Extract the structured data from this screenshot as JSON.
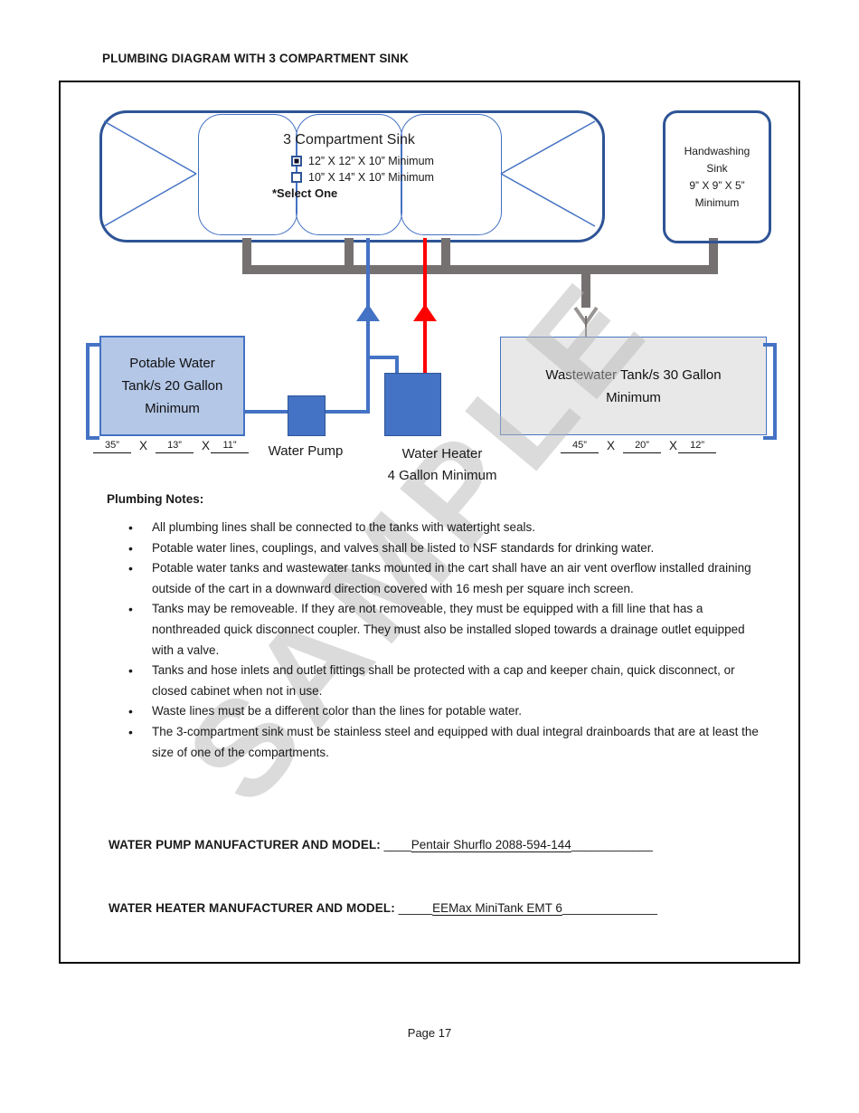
{
  "title": "PLUMBING DIAGRAM WITH 3 COMPARTMENT SINK",
  "watermark": "SAMPLE",
  "sink": {
    "heading": "3 Compartment Sink",
    "options": [
      {
        "label": "12” X 12” X 10” Minimum",
        "checked": true
      },
      {
        "label": "10” X 14” X 10” Minimum",
        "checked": false
      }
    ],
    "select_note": "*Select One"
  },
  "handwashing": {
    "line1": "Handwashing",
    "line2": "Sink",
    "line3": "9” X 9” X 5”",
    "line4": "Minimum"
  },
  "potable_tank": {
    "line1": "Potable Water",
    "line2": "Tank/s 20 Gallon",
    "line3": "Minimum",
    "dims": [
      "35”",
      "13”",
      "11”"
    ]
  },
  "wastewater_tank": {
    "line1": "Wastewater Tank/s 30 Gallon",
    "line2": "Minimum",
    "dims": [
      "45”",
      "20”",
      "12”"
    ]
  },
  "dims_separator": "X",
  "water_pump": {
    "label": "Water Pump"
  },
  "water_heater": {
    "line1": "Water Heater",
    "line2": "4 Gallon Minimum"
  },
  "notes": {
    "heading": "Plumbing Notes:",
    "bullets": [
      "All plumbing lines shall be connected to the tanks with watertight seals.",
      "Potable water lines, couplings, and valves shall be listed to NSF standards for drinking water.",
      "Potable water tanks and wastewater tanks mounted in the cart shall have an air vent overflow installed draining outside of the cart in a downward direction covered with 16 mesh per square inch screen.",
      "Tanks may be removeable.  If they are not removeable, they must be equipped with a fill line that has a nonthreaded quick disconnect coupler.  They must also be installed sloped towards a drainage outlet equipped with a valve.",
      "Tanks and hose inlets and outlet fittings shall be protected with a cap and keeper chain, quick disconnect, or closed cabinet when not in use.",
      "Waste lines must be a different color than the lines for potable water.",
      "The 3-compartment sink must be stainless steel and equipped with dual integral drainboards that are at least the size of one of the compartments."
    ]
  },
  "pump_model": {
    "label": "WATER PUMP MANUFACTURER AND MODEL:",
    "pre": " ____",
    "value": "Pentair Shurflo 2088-594-144",
    "post": "____________"
  },
  "heater_model": {
    "label": "WATER HEATER MANUFACTURER AND MODEL:",
    "pre": " _____",
    "value": "EEMax MiniTank EMT 6",
    "post": "______________"
  },
  "footer": {
    "page": "Page 17"
  },
  "colors": {
    "sink_border": "#2e5496",
    "compartment_line": "#4472c4",
    "pipe_gray": "#767171",
    "supply_blue": "#4472c4",
    "hot_water_red": "#ff0000",
    "potable_fill": "#b4c7e7",
    "wastewater_fill": "#e9e8e8",
    "watermark_gray": "#b9b9b9"
  }
}
